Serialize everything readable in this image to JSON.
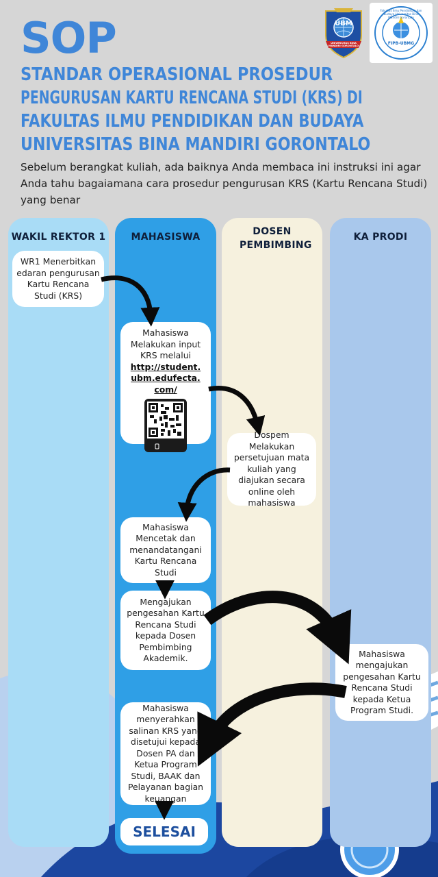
{
  "header": {
    "sop": "SOP",
    "heading": [
      "STANDAR OPERASIONAL PROSEDUR",
      "PENGURUSAN KARTU RENCANA STUDI (KRS) DI",
      "FAKULTAS ILMU PENDIDIKAN DAN BUDAYA",
      "UNIVERSITAS BINA MANDIRI GORONTALO"
    ],
    "intro": "Sebelum berangkat kuliah, ada baiknya Anda membaca ini instruksi ini agar Anda tahu bagaiamana cara prosedur pengurusan KRS (Kartu  Rencana Studi) yang benar"
  },
  "logos": {
    "ubm_text": "UBM",
    "ubm_ribbon": "UNIVERSITAS BINA MANDIRI GORONTALO",
    "fipb_text": "FIPB-UBMG",
    "fipb_ring": "Fakultas Ilmu Pendidikan dan Budaya Universitas Bina Mandiri Gorontalo"
  },
  "lanes": {
    "wakil_rektor": "WAKIL REKTOR 1",
    "mahasiswa": "MAHASISWA",
    "dosen": "DOSEN PEMBIMBING",
    "ka_prodi": "KA PRODI"
  },
  "steps": {
    "s1": "WR1 Menerbitkan edaran pengurusan Kartu Rencana Studi (KRS)",
    "s2_text": "Mahasiswa Melakukan input KRS melalui",
    "s2_link": "http://student.ubm.edufecta.com/",
    "s3": "Dospem Melakukan persetujuan mata kuliah yang diajukan secara online oleh mahasiswa",
    "s4": "Mahasiswa Mencetak dan menandatangani Kartu Rencana Studi",
    "s5": "Mengajukan pengesahan Kartu Rencana Studi kepada Dosen Pembimbing Akademik.",
    "s6": "Mahasiswa mengajukan pengesahan Kartu Rencana Studi kepada Ketua Program Studi.",
    "s7": "Mahasiswa menyerahkan salinan KRS yang disetujui kepada Dosen PA dan Ketua Program Studi, BAAK dan Pelayanan bagian keuangan",
    "finish": "SELESAI"
  },
  "colors": {
    "heading_blue": "#3f86d8",
    "lane_wakil": "#a9dcf6",
    "lane_mahasiswa": "#2f9fe6",
    "lane_dosen": "#f6f1de",
    "lane_kaprodi": "#a9c8ec",
    "navy": "#1a3d86"
  }
}
